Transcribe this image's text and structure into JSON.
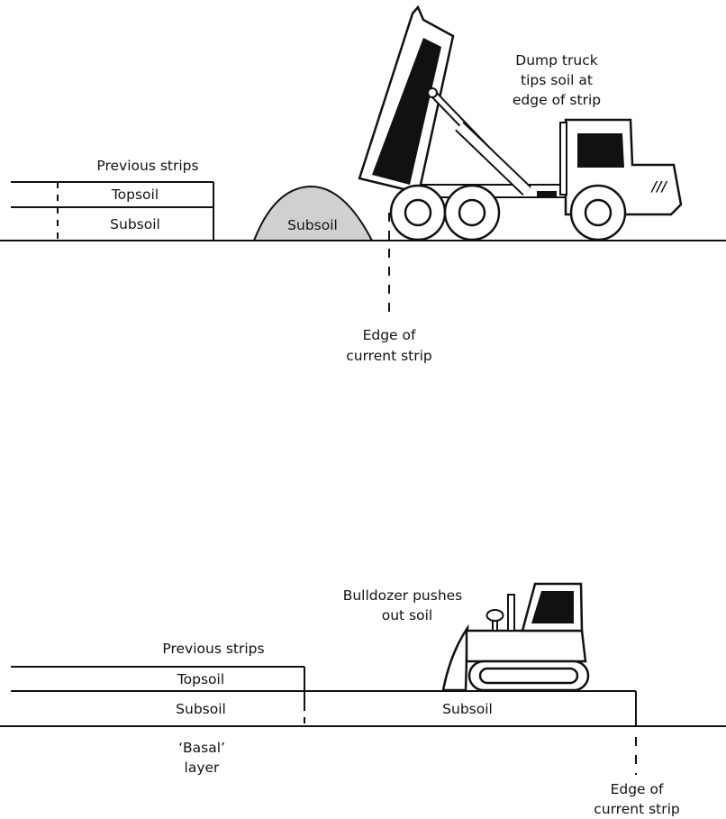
{
  "colors": {
    "ink": "#111111",
    "paper": "#ffffff",
    "soil_pile": "#d0d0d0"
  },
  "top_scene": {
    "label_previous_strips": "Previous strips",
    "label_topsoil": "Topsoil",
    "label_subsoil": "Subsoil",
    "label_pile_subsoil": "Subsoil",
    "truck_caption": [
      "Dump truck",
      "tips soil at",
      "edge of strip"
    ],
    "edge_caption": [
      "Edge of",
      "current strip"
    ],
    "truck_grille": "///",
    "icons": [
      "dump-truck-icon",
      "soil-pile-icon"
    ]
  },
  "bottom_scene": {
    "label_previous_strips": "Previous strips",
    "label_topsoil": "Topsoil",
    "label_subsoil_left": "Subsoil",
    "label_subsoil_right": "Subsoil",
    "basal_caption": [
      "‘Basal’",
      "layer"
    ],
    "bulldozer_caption": [
      "Bulldozer pushes",
      "out soil"
    ],
    "edge_caption": [
      "Edge of",
      "current strip"
    ],
    "icons": [
      "bulldozer-icon"
    ]
  }
}
